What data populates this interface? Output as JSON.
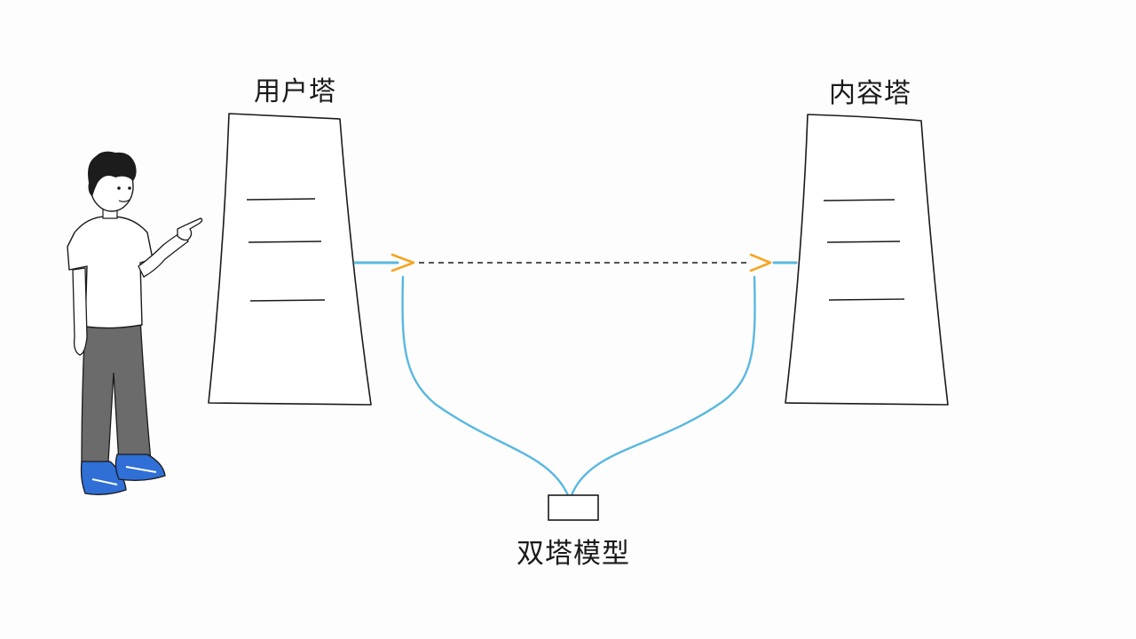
{
  "labels": {
    "user_tower": "用户塔",
    "content_tower": "内容塔",
    "model": "双塔模型"
  },
  "colors": {
    "ink": "#1a1a1a",
    "connector_blue": "#59b8e0",
    "arrow_orange": "#f5a623",
    "shirt": "#ffffff",
    "pants": "#6b6b6b",
    "shoes": "#2f6fd6",
    "hair": "#1c1c1c"
  },
  "icons": {
    "person": "person-pointing-figure",
    "arrow": "chevron-arrow-right"
  }
}
